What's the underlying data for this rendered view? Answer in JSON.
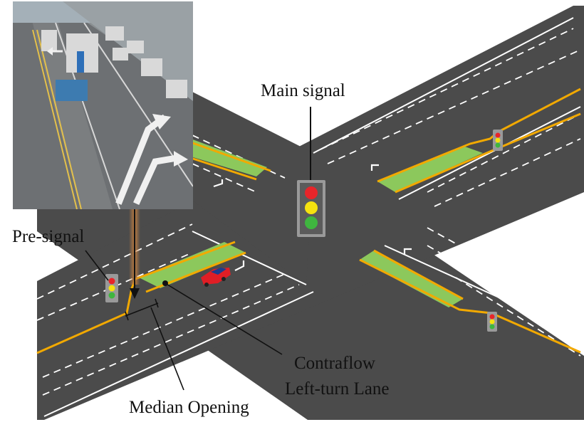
{
  "labels": {
    "main_signal": "Main signal",
    "pre_signal": "Pre-signal",
    "contraflow_line1": "Contraflow",
    "contraflow_line2": "Left-turn Lane",
    "median_opening": "Median Opening"
  },
  "colors": {
    "road": "#4b4b4b",
    "lane_marking": "#ffffff",
    "center_line": "#f2a900",
    "contraflow_lane": "#8cc85c",
    "signal_red": "#e8252a",
    "signal_yellow": "#f5e20f",
    "signal_green": "#3fb63f",
    "signal_housing": "#9a9a9a",
    "car": "#e01e25",
    "arrow_beam": "#c9803e"
  },
  "icons": {
    "traffic_signal": "traffic-light-icon",
    "car": "car-icon",
    "lane_arrow": "left-turn-arrow-icon"
  }
}
